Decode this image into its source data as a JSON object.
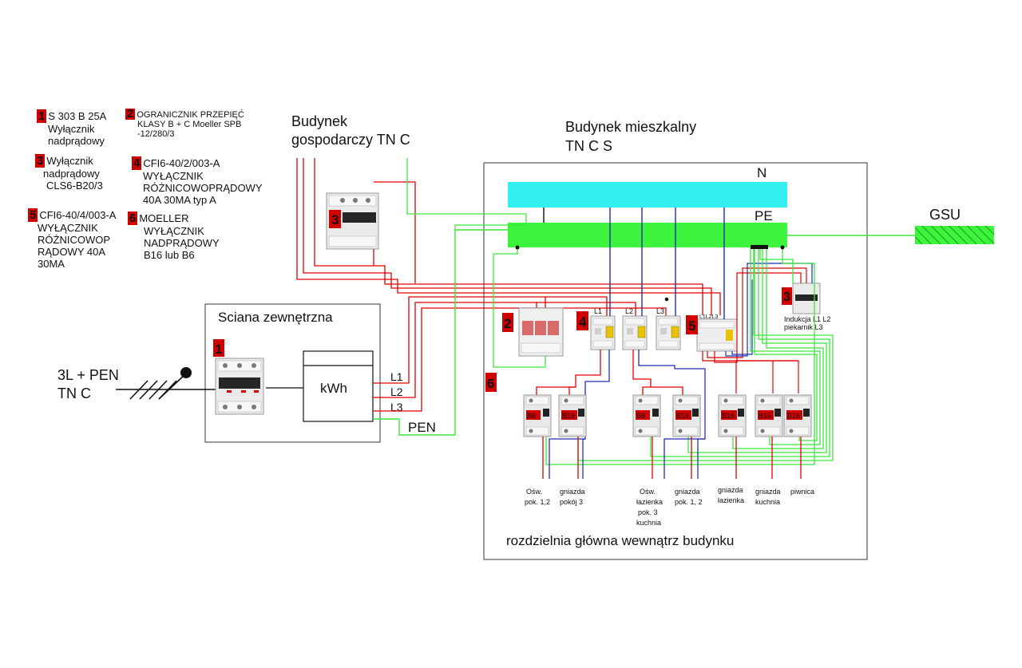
{
  "legend": [
    {
      "num": "1",
      "lines": [
        "S 303 B 25A",
        "Wyłącznik",
        "nadprądowy"
      ]
    },
    {
      "num": "2",
      "lines": [
        "OGRANICZNIK PRZEPIĘĆ",
        "KLASY B + C Moeller SPB",
        "-12/280/3"
      ]
    },
    {
      "num": "3",
      "lines": [
        "Wyłącznik",
        "nadprądowy",
        "CLS6-B20/3"
      ]
    },
    {
      "num": "4",
      "lines": [
        "CFI6-40/2/003-A",
        "WYŁĄCZNIK",
        "RÓŻNICOWOPRĄDOWY",
        "40A 30MA  typ A"
      ]
    },
    {
      "num": "5",
      "lines": [
        "CFI6-40/4/003-A",
        "WYŁĄCZNIK",
        "RÓŻNICOWOP",
        "RĄDOWY 40A",
        "30MA"
      ]
    },
    {
      "num": "6",
      "lines": [
        "MOELLER",
        "WYŁĄCZNIK",
        "NADPRĄDOWY",
        "B16 lub B6"
      ]
    }
  ],
  "labels": {
    "outbuilding": [
      "Budynek",
      "gospodarczy TN C"
    ],
    "house": [
      "Budynek mieszkalny",
      "TN C S"
    ],
    "wall": "Sciana zewnętrzna",
    "supply": [
      "3L + PEN",
      "TN C"
    ],
    "meter": "kWh",
    "n_bar": "N",
    "pe_bar": "PE",
    "gsu": "GSU",
    "pen": "PEN",
    "phases": [
      "L1",
      "L2",
      "L3"
    ],
    "board": "rozdzielnia główna wewnątrz budynku",
    "rcd_phase_tags": [
      "L1",
      "L2",
      "L3",
      "L1L2L3"
    ],
    "induction": [
      "Indukcja L1 L2",
      "piekarnik L3"
    ]
  },
  "device_badges": {
    "main_breaker": "1",
    "spd": "2",
    "outbuilding_breaker": "3",
    "induction_breaker": "3",
    "rcd2": "4",
    "rcd4": "5",
    "mcb_group": "6"
  },
  "mcbs": [
    "B6",
    "B16",
    "B6",
    "B16",
    "B16",
    "B16",
    "B16"
  ],
  "circuits": [
    [
      "Ośw.",
      "pok. 1,2"
    ],
    [
      "gniazda",
      "pokój 3"
    ],
    [
      "Ośw.",
      "łazienka",
      "pok. 3",
      "kuchnia"
    ],
    [
      "gniazda",
      "pok. 1, 2"
    ],
    [
      "gniazda",
      "łazienka"
    ],
    [
      "gniazda",
      "kuchnia"
    ],
    [
      "piwnica"
    ]
  ],
  "colors": {
    "phase_wire": "#e00000",
    "neutral_wire": "#1f2fb4",
    "pe_wire": "#39e839",
    "n_bar": "#33f0f0",
    "pe_bar": "#3df53d",
    "badge": "#d00000"
  }
}
